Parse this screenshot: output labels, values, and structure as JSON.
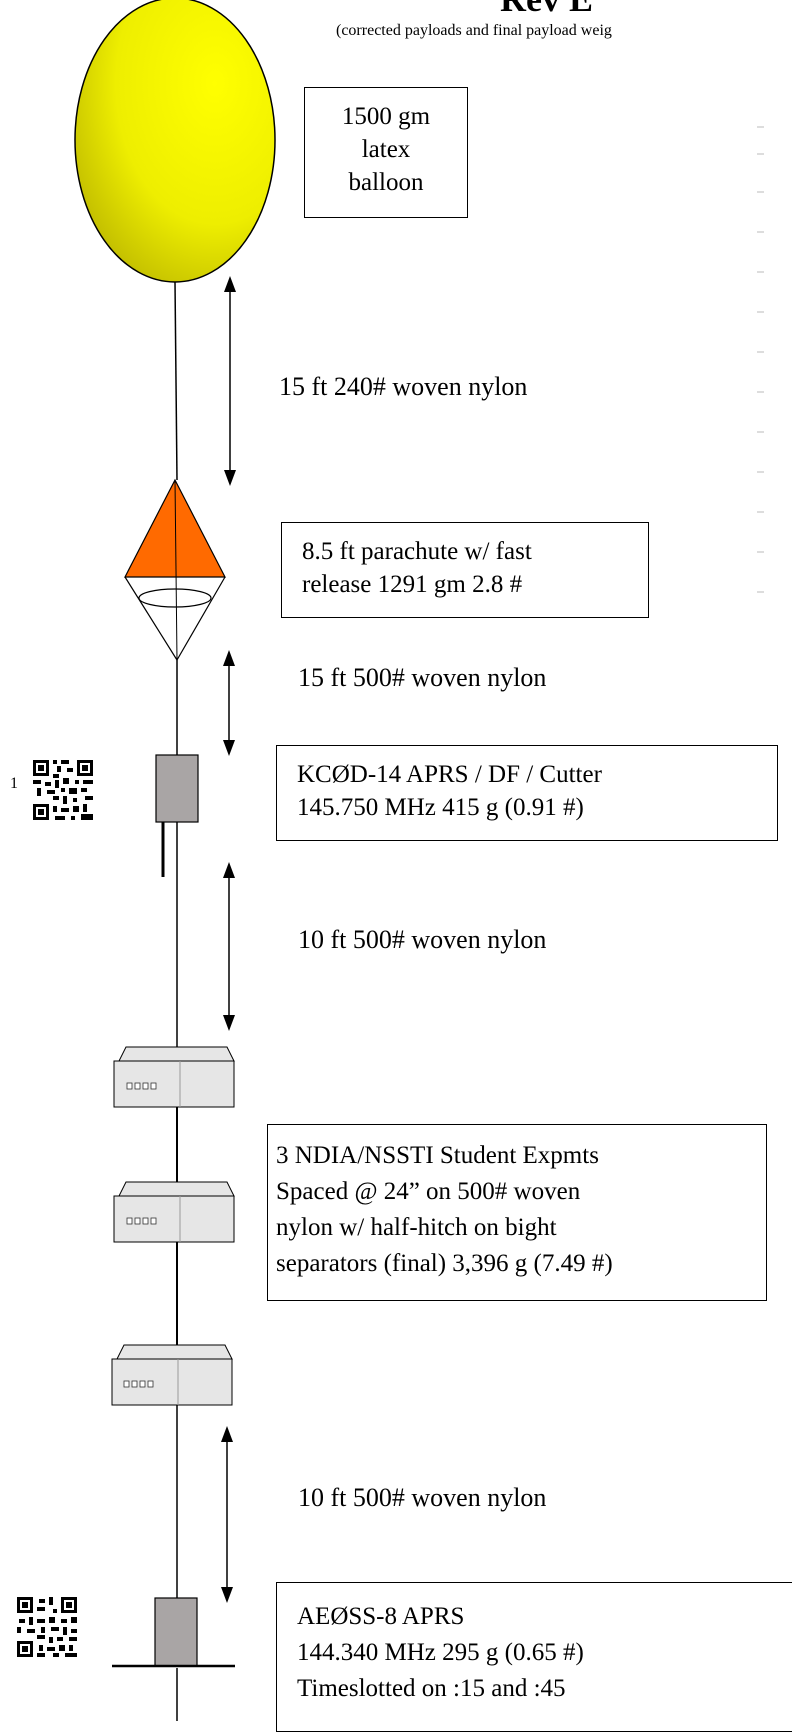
{
  "header": {
    "title": "Rev E",
    "subtitle": "(corrected payloads and final payload weig"
  },
  "labels": {
    "balloon": [
      "1500 gm",
      "latex",
      "balloon"
    ],
    "tether1": "15 ft 240# woven nylon",
    "parachute": [
      "8.5 ft parachute w/ fast",
      "release 1291 gm  2.8 #"
    ],
    "tether2": "15 ft 500# woven nylon",
    "kcod": [
      "KCØD-14 APRS / DF / Cutter",
      "145.750 MHz  415 g (0.91 #)"
    ],
    "tether3": "10 ft 500# woven nylon",
    "ndia": [
      "3 NDIA/NSSTI Student Expmts",
      "Spaced @ 24” on 500# woven",
      "nylon w/ half-hitch on bight",
      "separators (final) 3,396 g (7.49 #)"
    ],
    "tether4": "10 ft 500# woven nylon",
    "aeoss": [
      "AEØSS-8 APRS",
      "144.340 MHz  295 g (0.65 #)",
      "Timeslotted on :15 and :45"
    ],
    "footnote": "1"
  },
  "colors": {
    "balloon_light": "#f7f700",
    "balloon_dark": "#b9b400",
    "parachute": "#ff6a00",
    "payload_gray": "#a9a5a5",
    "experiment_box": "#e6e6e6"
  },
  "icons": [
    "qr-code-icon",
    "qr-code-icon"
  ]
}
